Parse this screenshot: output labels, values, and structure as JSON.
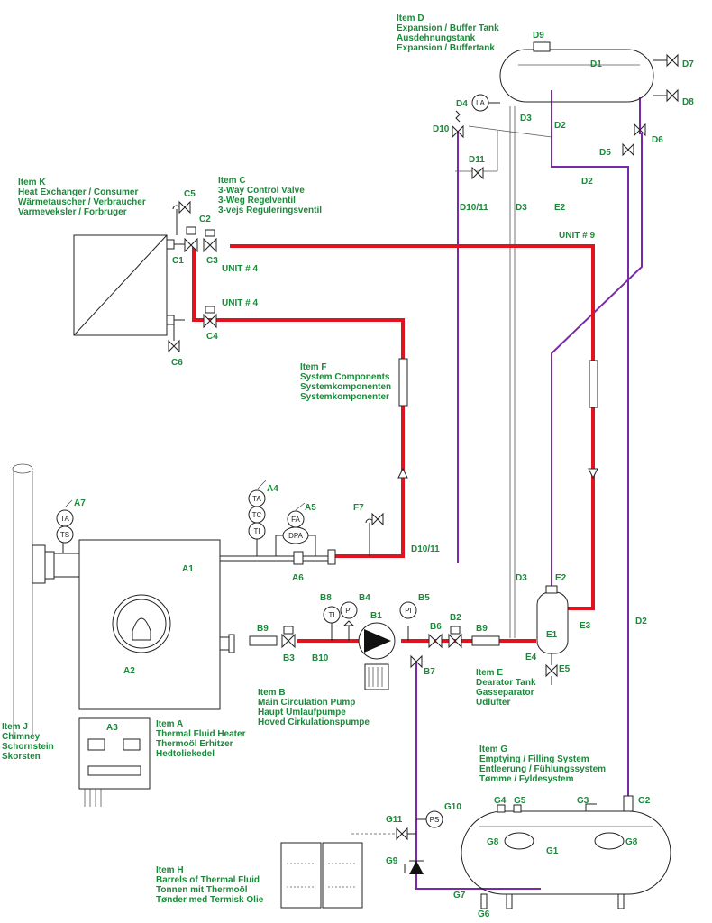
{
  "items": {
    "d": [
      "Item D",
      "Expansion / Buffer Tank",
      "Ausdehnungstank",
      "Expansion / Buffertank"
    ],
    "k": [
      "Item K",
      "Heat Exchanger / Consumer",
      "Wärmetauscher / Verbraucher",
      "Varmeveksler / Forbruger"
    ],
    "c": [
      "Item C",
      "3-Way Control Valve",
      "3-Weg Regelventil",
      "3-vejs Reguleringsventil"
    ],
    "f": [
      "Item F",
      "System Components",
      "Systemkomponenten",
      "Systemkomponenter"
    ],
    "b": [
      "Item B",
      "Main Circulation Pump",
      "Haupt Umlaufpumpe",
      "Hoved Cirkulationspumpe"
    ],
    "e": [
      "Item E",
      "Dearator Tank",
      "Gasseparator",
      "Udlufter"
    ],
    "j": [
      "Item J",
      "Chimney",
      "Schornstein",
      "Skorsten"
    ],
    "a": [
      "Item A",
      "Thermal Fluid Heater",
      "Thermoöl Erhitzer",
      "Hedtoliekedel"
    ],
    "g": [
      "Item G",
      "Emptying / Filling System",
      "Entleerung / Fühlungssystem",
      "Tømme / Fyldesystem"
    ],
    "h": [
      "Item H",
      "Barrels of Thermal Fluid",
      "Tonnen mit Thermoöl",
      "Tønder med Termisk Olie"
    ]
  },
  "tags": {
    "d9": "D9",
    "d1": "D1",
    "d7": "D7",
    "d8": "D8",
    "d4": "D4",
    "d3a": "D3",
    "d2a": "D2",
    "d10": "D10",
    "d6": "D6",
    "d5": "D5",
    "d11": "D11",
    "d2b": "D2",
    "d1011a": "D10/11",
    "d3b": "D3",
    "e2a": "E2",
    "unit9": "UNIT # 9",
    "c5": "C5",
    "c2": "C2",
    "c1": "C1",
    "c3": "C3",
    "unit4a": "UNIT # 4",
    "unit4b": "UNIT # 4",
    "c4": "C4",
    "c6": "C6",
    "a7": "A7",
    "a4": "A4",
    "a5": "A5",
    "f7": "F7",
    "a1": "A1",
    "a6": "A6",
    "d1011b": "D10/11",
    "d3c": "D3",
    "e2b": "E2",
    "d2c": "D2",
    "b8": "B8",
    "b4": "B4",
    "b1": "B1",
    "b5": "B5",
    "b6": "B6",
    "b2": "B2",
    "b9a": "B9",
    "b9b": "B9",
    "b3": "B3",
    "b10": "B10",
    "b7": "B7",
    "e1": "E1",
    "e3": "E3",
    "e4": "E4",
    "e5": "E5",
    "a2": "A2",
    "a3": "A3",
    "g4": "G4",
    "g5": "G5",
    "g3": "G3",
    "g2": "G2",
    "g10": "G10",
    "g11": "G11",
    "g8a": "G8",
    "g1": "G1",
    "g8b": "G8",
    "g9": "G9",
    "g7": "G7",
    "g6": "G6"
  },
  "instruments": {
    "la": "LA",
    "ta1": "TA",
    "ts": "TS",
    "ta2": "TA",
    "tc": "TC",
    "ti1": "TI",
    "fa": "FA",
    "dpa": "DPA",
    "ti2": "TI",
    "pi1": "PI",
    "pi2": "PI",
    "ps": "PS"
  },
  "colors": {
    "hot_line": "#e0141e",
    "expansion_line": "#7a2aa8",
    "label": "#1a8a3a"
  }
}
